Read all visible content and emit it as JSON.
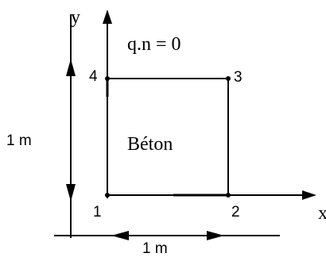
{
  "axes": {
    "y_label": "y",
    "x_label": "x"
  },
  "nodes": {
    "n1": "1",
    "n2": "2",
    "n3": "3",
    "n4": "4"
  },
  "boundary_condition": "q.n = 0",
  "material": "Béton",
  "dimensions": {
    "height": "1 m",
    "width": "1 m"
  },
  "colors": {
    "ink": "#000000",
    "background": "#ffffff"
  }
}
